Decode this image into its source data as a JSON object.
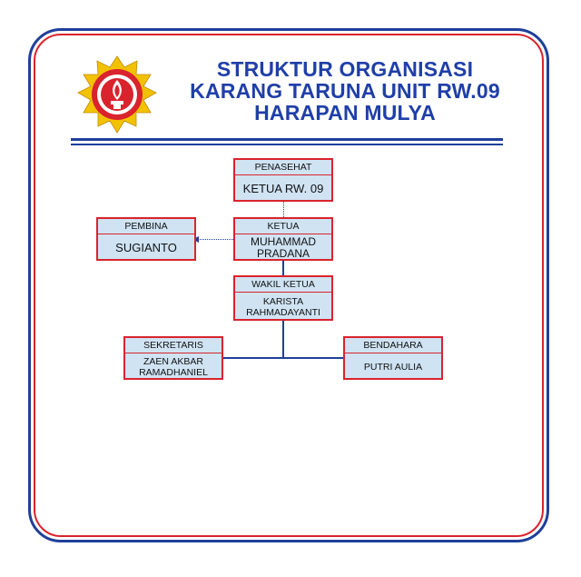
{
  "title": {
    "line1": "STRUKTUR ORGANISASI",
    "line2": "KARANG TARUNA UNIT RW.09",
    "line3": "HARAPAN MULYA"
  },
  "colors": {
    "primary": "#1f3fa8",
    "accent": "#d9232d",
    "box_fill": "#cfe3f3"
  },
  "logo": {
    "icon": "karang-taruna-emblem-icon"
  },
  "nodes": {
    "penasehat": {
      "role": "PENASEHAT",
      "name": "KETUA RW. 09"
    },
    "ketua": {
      "role": "KETUA",
      "name": "MUHAMMAD PRADANA"
    },
    "pembina": {
      "role": "PEMBINA",
      "name": "SUGIANTO"
    },
    "wakil": {
      "role": "WAKIL KETUA",
      "name": "KARISTA RAHMADAYANTI"
    },
    "sekretaris": {
      "role": "SEKRETARIS",
      "name": "ZAEN AKBAR RAMADHANIEL"
    },
    "bendahara": {
      "role": "BENDAHARA",
      "name": "PUTRI AULIA"
    }
  }
}
